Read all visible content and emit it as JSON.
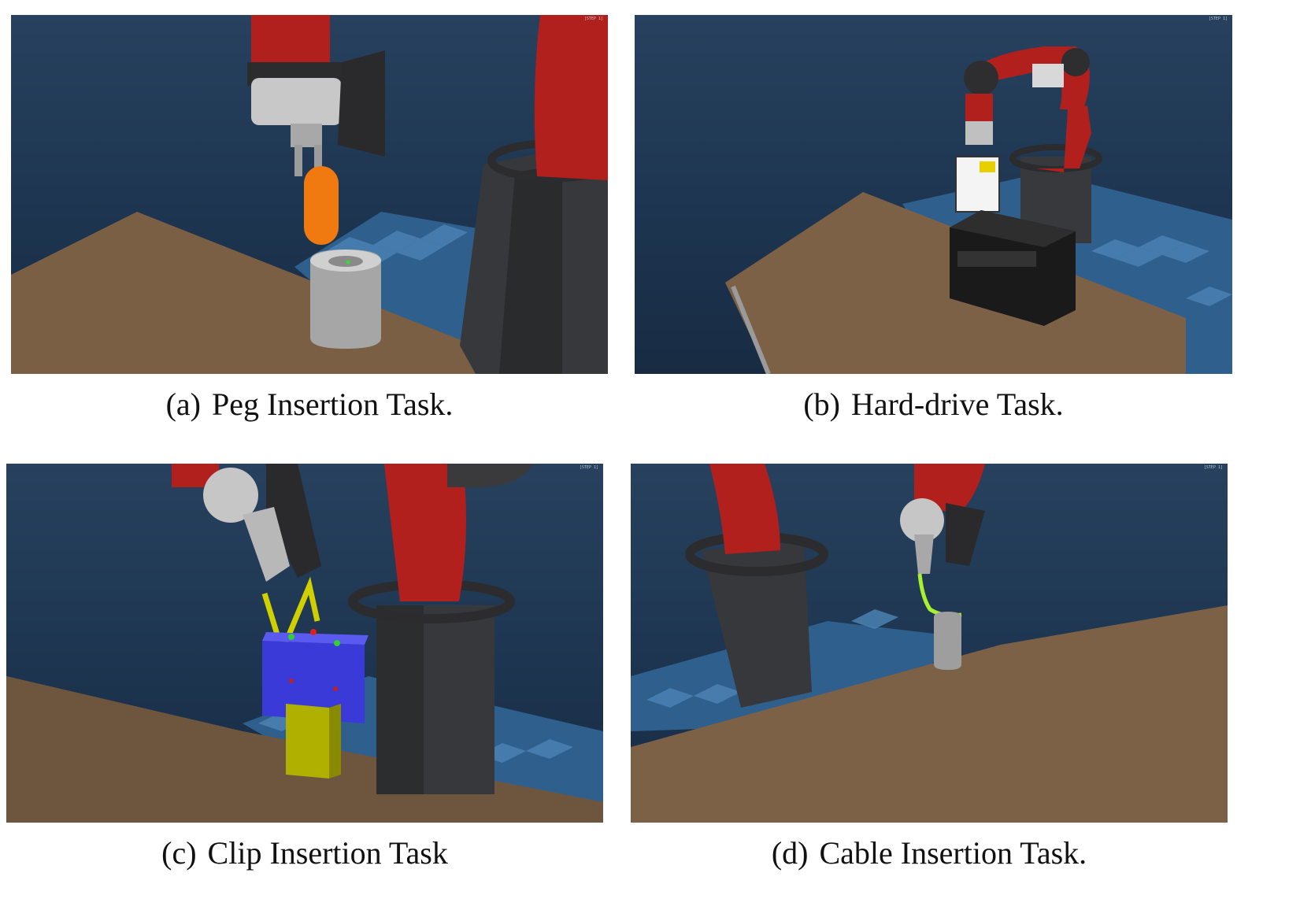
{
  "figures": [
    {
      "id": "a",
      "tag": "(a)",
      "caption": "Peg Insertion Task.",
      "hud": "[STEP 1]"
    },
    {
      "id": "b",
      "tag": "(b)",
      "caption": "Hard-drive Task.",
      "hud": "[STEP 1]"
    },
    {
      "id": "c",
      "tag": "(c)",
      "caption": "Clip Insertion Task",
      "hud": "[STEP 1]"
    },
    {
      "id": "d",
      "tag": "(d)",
      "caption": "Cable Insertion Task.",
      "hud": "[STEP 1]"
    }
  ],
  "colors": {
    "sky": "#1d3550",
    "table": "#7a5f45",
    "robot_red": "#b2201e",
    "robot_dark": "#3a3a3c",
    "peg": "#f07a10",
    "clip_blue": "#3a3ad8",
    "clip_yellow": "#c8c800",
    "cable_green": "#a8f030",
    "floor_tile": "#3c6f9e"
  }
}
